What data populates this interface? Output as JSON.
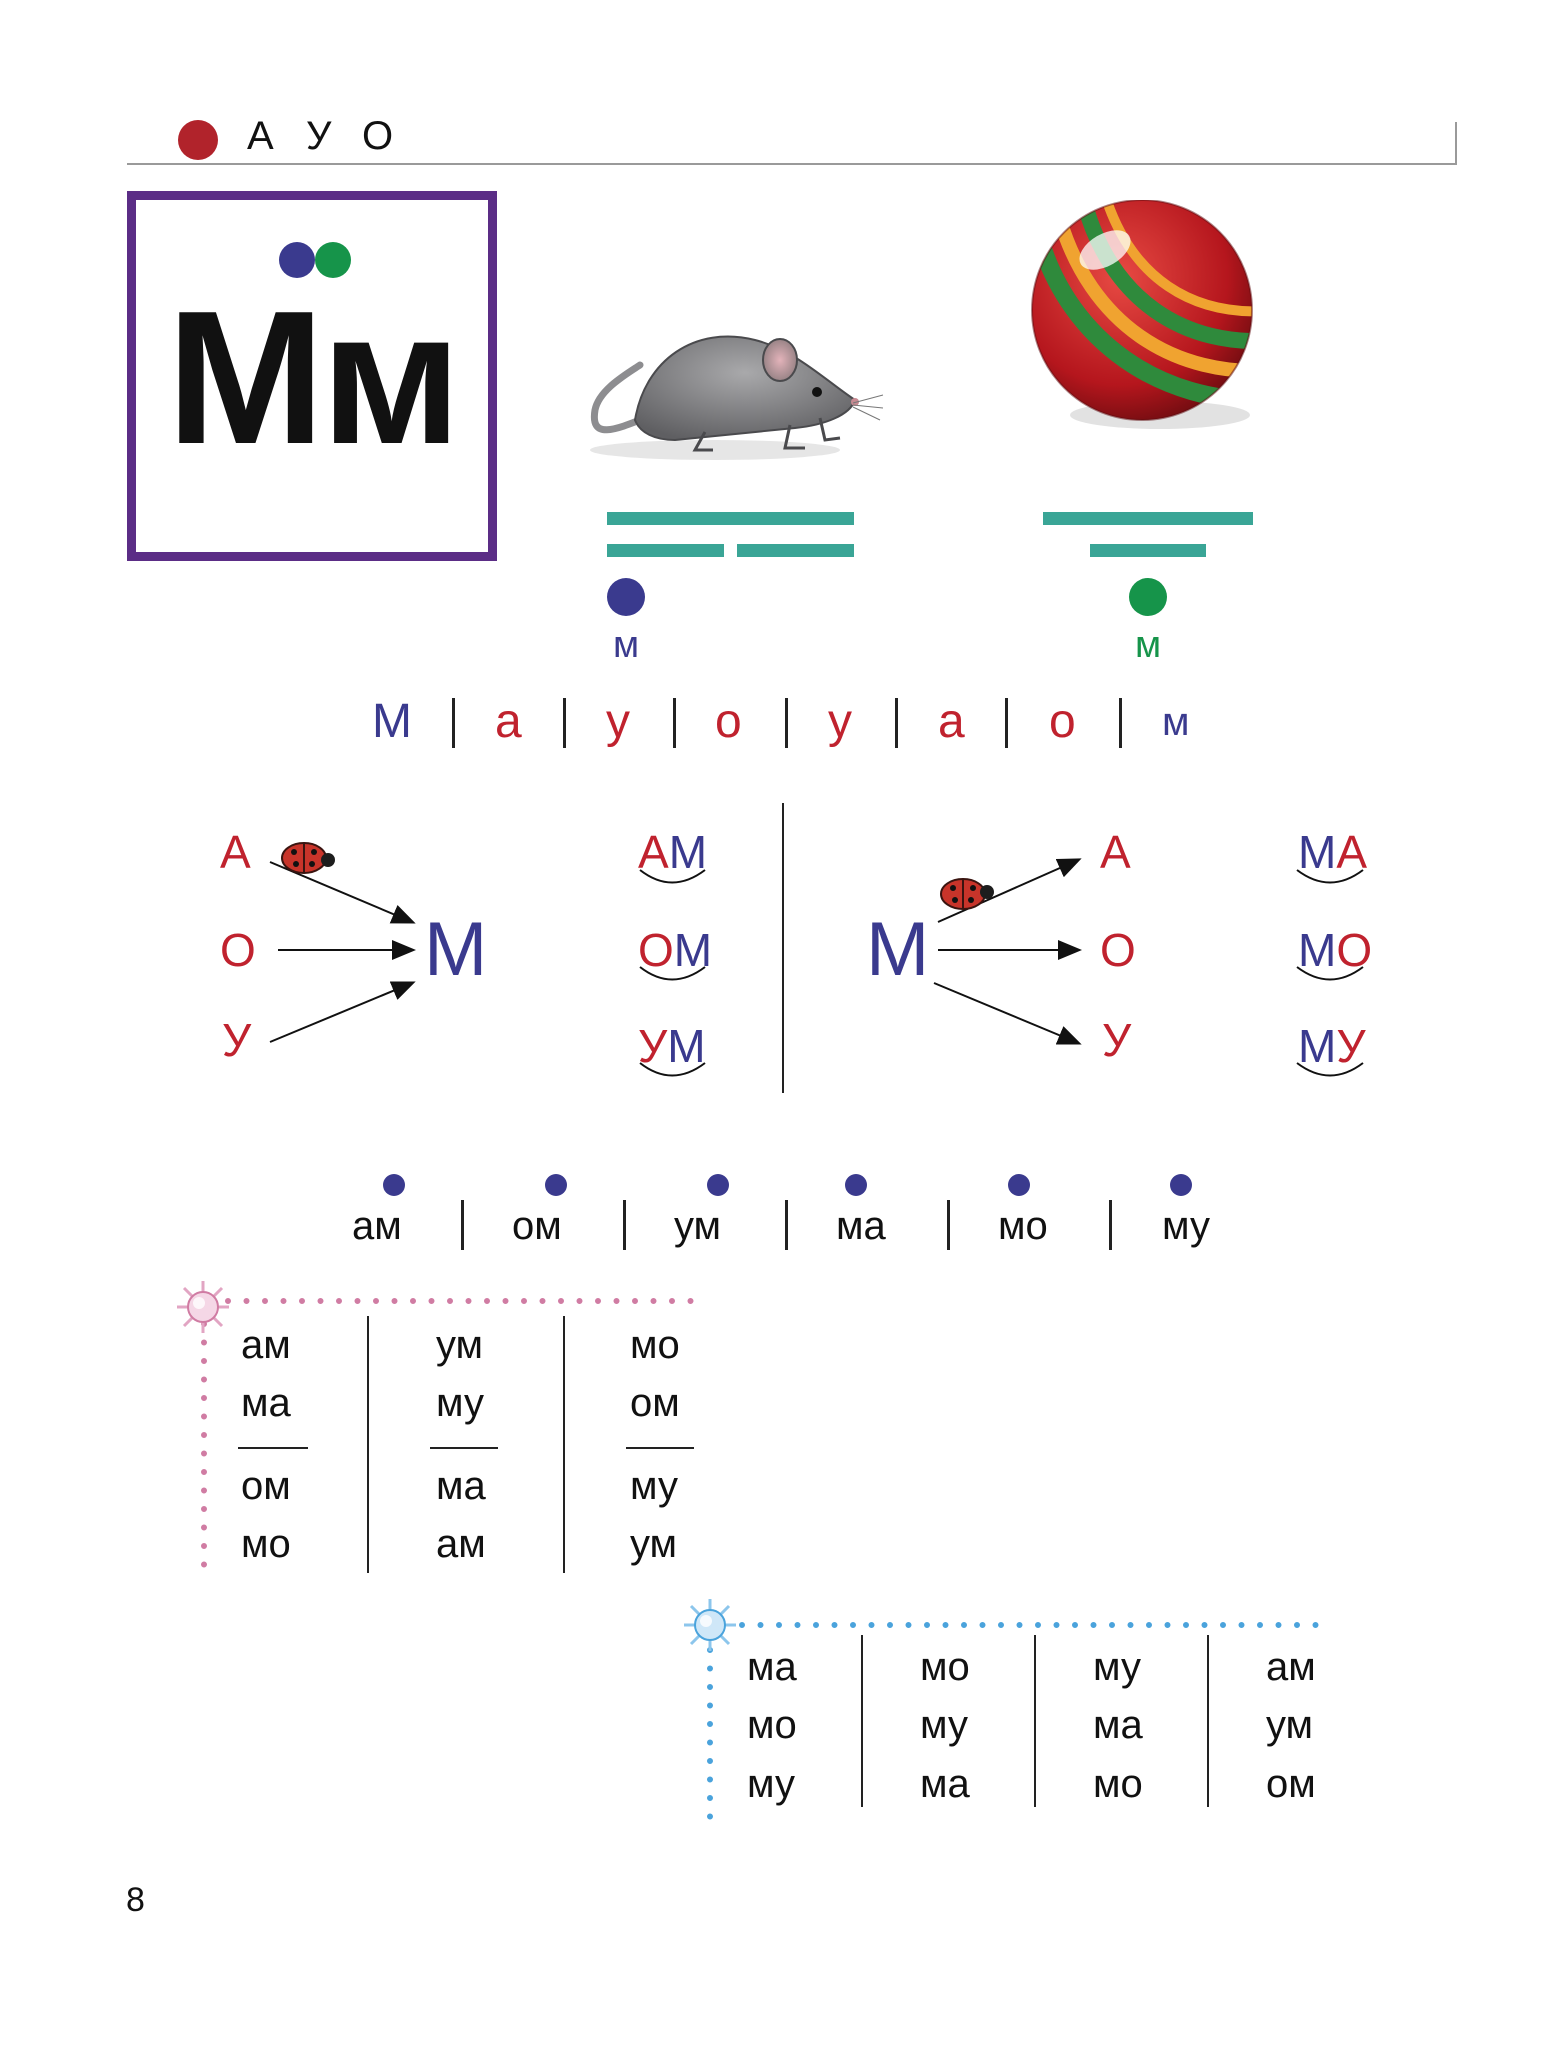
{
  "header": {
    "letters": [
      "А",
      "У",
      "О"
    ],
    "marker_color": "#b1232b"
  },
  "letter_card": {
    "letter": "Мм",
    "border_color": "#5b2d86",
    "sound_dots": [
      {
        "color": "#3a3a8e",
        "meaning": "hard consonant"
      },
      {
        "color": "#16944a",
        "meaning": "soft consonant"
      }
    ]
  },
  "pictures": [
    {
      "name": "mouse-image",
      "icon": "mouse",
      "sound_label": "м",
      "dot_color": "#3a3a8e"
    },
    {
      "name": "ball-image",
      "icon": "ball",
      "sound_label": "м",
      "dot_color": "#16944a"
    }
  ],
  "scheme_color": "#3aa596",
  "sound_sequence": [
    {
      "text": "М",
      "color": "blue"
    },
    {
      "text": "а",
      "color": "red"
    },
    {
      "text": "у",
      "color": "red"
    },
    {
      "text": "о",
      "color": "red"
    },
    {
      "text": "у",
      "color": "red"
    },
    {
      "text": "а",
      "color": "red"
    },
    {
      "text": "о",
      "color": "red"
    },
    {
      "text": "м",
      "color": "blue"
    }
  ],
  "merge_left": {
    "vowels": [
      "А",
      "О",
      "У"
    ],
    "consonant": "М",
    "syllables": [
      {
        "vowel": "А",
        "consonant": "М"
      },
      {
        "vowel": "О",
        "consonant": "М"
      },
      {
        "vowel": "У",
        "consonant": "М"
      }
    ]
  },
  "merge_right": {
    "consonant": "М",
    "vowels": [
      "А",
      "О",
      "У"
    ],
    "syllables": [
      {
        "consonant": "М",
        "vowel": "А"
      },
      {
        "consonant": "М",
        "vowel": "О"
      },
      {
        "consonant": "М",
        "vowel": "У"
      }
    ]
  },
  "syllable_row": [
    "ам",
    "ом",
    "ум",
    "ма",
    "мо",
    "му"
  ],
  "table_pink": {
    "accent": "#d07ca3",
    "columns": [
      {
        "top": [
          "ам",
          "ма"
        ],
        "bottom": [
          "ом",
          "мо"
        ]
      },
      {
        "top": [
          "ум",
          "му"
        ],
        "bottom": [
          "ма",
          "ам"
        ]
      },
      {
        "top": [
          "мо",
          "ом"
        ],
        "bottom": [
          "му",
          "ум"
        ]
      }
    ]
  },
  "table_blue": {
    "accent": "#4aa3dc",
    "columns": [
      [
        "ма",
        "мо",
        "му"
      ],
      [
        "мо",
        "му",
        "ма"
      ],
      [
        "му",
        "ма",
        "мо"
      ],
      [
        "ам",
        "ум",
        "ом"
      ]
    ]
  },
  "page_number": "8"
}
